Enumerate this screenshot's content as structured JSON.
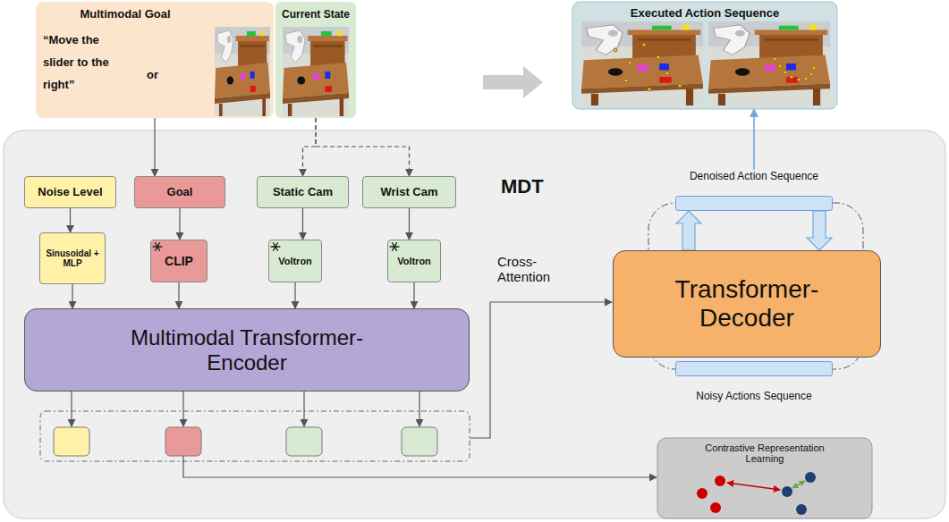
{
  "diagram": {
    "nodes": [
      {
        "text": [
          "Multimodal Goal",
          "“Move the slider to the right”",
          "or"
        ]
      },
      {
        "text": [
          "Current State"
        ]
      },
      {
        "text": [
          "Executed Action Sequence"
        ]
      },
      {
        "text": [
          "MDT"
        ]
      },
      {
        "text": [
          "Noise Level"
        ],
        "in": 3
      },
      {
        "text": [
          "Goal"
        ],
        "in": 3
      },
      {
        "text": [
          "Static Cam"
        ],
        "in": 3
      },
      {
        "text": [
          "Wrist Cam"
        ],
        "in": 3
      },
      {
        "text": [
          "Sinusoidal + MLP"
        ],
        "in": 3
      },
      {
        "text": [
          "CLIP"
        ],
        "in": 3
      },
      {
        "text": [
          "Voltron"
        ],
        "in": 3
      },
      {
        "text": [
          "Voltron"
        ],
        "in": 3
      },
      {
        "text": [
          "Multimodal Transformer-Encoder"
        ],
        "in": 3
      },
      {
        "text": [
          "Transformer-Decoder"
        ],
        "in": 3
      },
      {
        "text": [
          "Denoised Action Sequence"
        ],
        "in": 3
      },
      {
        "text": [
          "Noisy Actions Sequence"
        ],
        "in": 3
      },
      {
        "text": [
          "Contrastive Representation Learning"
        ],
        "in": 3
      }
    ],
    "edges": [
      {
        "from": 0,
        "to": 5,
        "arrow": "to"
      },
      {
        "from": 1,
        "to": 6,
        "arrow": "to"
      },
      {
        "from": 1,
        "to": 7,
        "arrow": "to"
      },
      {
        "from": 4,
        "to": 8,
        "arrow": "to"
      },
      {
        "from": 5,
        "to": 9,
        "arrow": "to"
      },
      {
        "from": 6,
        "to": 10,
        "arrow": "to"
      },
      {
        "from": 7,
        "to": 11,
        "arrow": "to"
      },
      {
        "from": 8,
        "to": 12,
        "arrow": "to"
      },
      {
        "from": 9,
        "to": 12,
        "arrow": "to"
      },
      {
        "from": 10,
        "to": 12,
        "arrow": "to"
      },
      {
        "from": 11,
        "to": 12,
        "arrow": "to"
      },
      {
        "from": 13,
        "to": 14,
        "arrow": "to"
      },
      {
        "from": 14,
        "to": 13,
        "arrow": "to"
      },
      {
        "from": 14,
        "to": 2,
        "arrow": "to"
      }
    ],
    "labels": [
      "Cross-Attention"
    ]
  }
}
